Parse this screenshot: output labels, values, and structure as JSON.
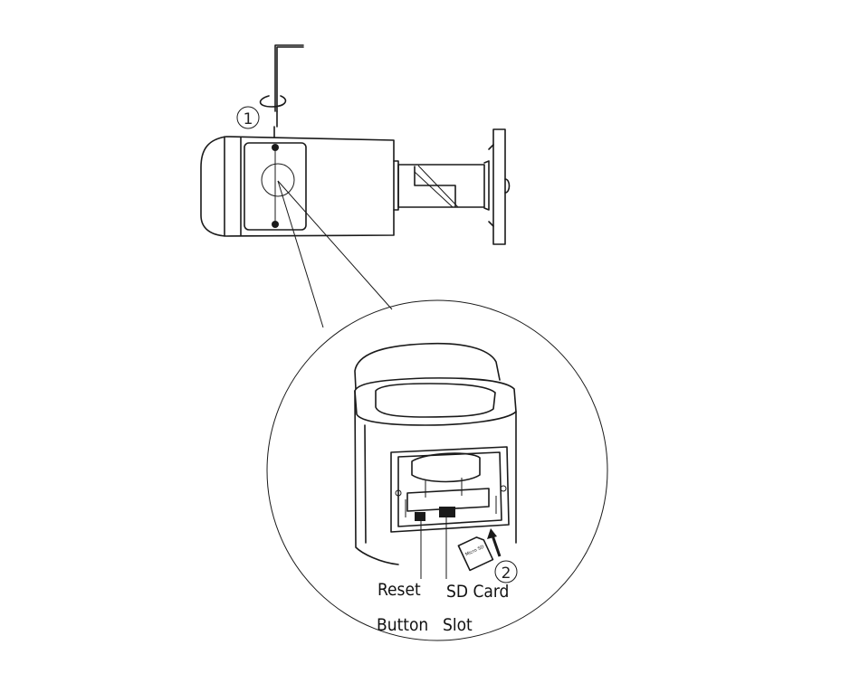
{
  "diagram": {
    "steps": [
      {
        "number": "1"
      },
      {
        "number": "2"
      }
    ],
    "labels": {
      "reset_button_line1": "Reset",
      "reset_button_line2": "Button",
      "sd_card_slot_line1": "SD Card",
      "sd_card_slot_line2": "Slot"
    },
    "sd_card_text": "Micro SD",
    "line_color": "#1a1a1a"
  }
}
